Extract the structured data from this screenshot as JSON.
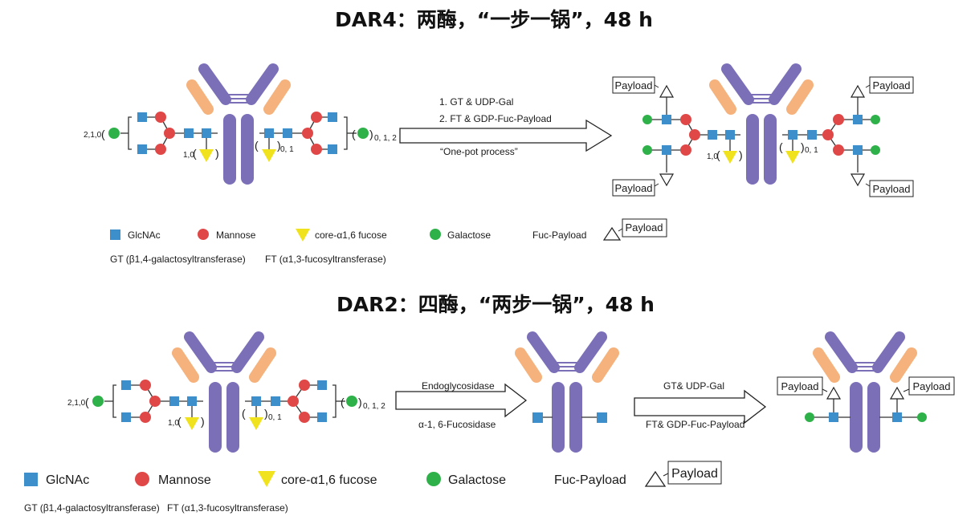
{
  "panel1": {
    "title": "DAR4：两酶，“一步一锅”，48 h",
    "left_mult_galactose": "2,1,0",
    "left_mult_fucose": "1,0",
    "right_mult_galactose": "0, 1, 2",
    "right_mult_fucose": "0, 1",
    "product_mult_fucose_left": "1,0",
    "product_mult_fucose_right": "0, 1",
    "arrow_line1": "1. GT & UDP-Gal",
    "arrow_line2": "2. FT & GDP-Fuc-Payload",
    "arrow_line3": "“One-pot process”",
    "payload_label": "Payload",
    "legend": {
      "glcnac": "GlcNAc",
      "mannose": "Mannose",
      "fucose": "core-α1,6 fucose",
      "galactose": "Galactose",
      "fuc_payload": "Fuc-Payload",
      "payload": "Payload",
      "gt": "GT (β1,4-galactosyltransferase)",
      "ft": "FT (α1,3-fucosyltransferase)"
    }
  },
  "panel2": {
    "title": "DAR2：四酶，“两步一锅”，48 h",
    "left_mult_galactose": "2,1,0",
    "left_mult_fucose": "1,0",
    "right_mult_galactose": "0, 1, 2",
    "right_mult_fucose": "0, 1",
    "arrow1_top": "Endoglycosidase",
    "arrow1_bottom": "α-1, 6-Fucosidase",
    "arrow2_top": "GT& UDP-Gal",
    "arrow2_bottom": "FT& GDP-Fuc-Payload",
    "payload_label": "Payload",
    "legend": {
      "glcnac": "GlcNAc",
      "mannose": "Mannose",
      "fucose": "core-α1,6 fucose",
      "galactose": "Galactose",
      "fuc_payload": "Fuc-Payload",
      "payload": "Payload",
      "gt": "GT (β1,4-galactosyltransferase)",
      "ft": "FT (α1,3-fucosyltransferase)"
    }
  },
  "colors": {
    "heavy_chain": "#7b6fb8",
    "light_chain": "#f5b27c",
    "glcnac": "#3c8fcb",
    "mannose": "#e04848",
    "fucose": "#f0e21c",
    "galactose": "#2fb14a"
  },
  "icons": {
    "glcnac": "blue-square-icon",
    "mannose": "red-circle-icon",
    "fucose": "yellow-triangle-icon",
    "galactose": "green-circle-icon",
    "fuc_payload": "triangle-outline-icon",
    "antibody": "antibody-y-icon"
  }
}
